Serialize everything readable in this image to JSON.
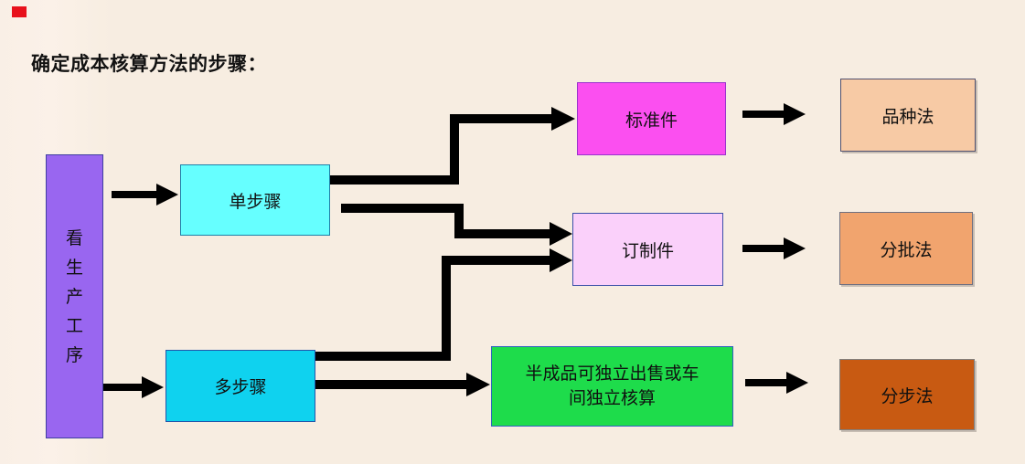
{
  "title": "确定成本核算方法的步骤：",
  "flowchart": {
    "root": {
      "label": "看生产工序",
      "chars": [
        "看",
        "生",
        "产",
        "工",
        "序"
      ],
      "fill": "#9966f0",
      "border": "#4040a0"
    },
    "level1": [
      {
        "id": "single-step",
        "label": "单步骤",
        "fill": "#66ffff",
        "border": "#1f7fa8"
      },
      {
        "id": "multi-step",
        "label": "多步骤",
        "fill": "#0fd2ef",
        "border": "#2255aa"
      }
    ],
    "level2": [
      {
        "id": "standard-parts",
        "label": "标准件",
        "fill": "#fb4ff0",
        "border": "#9933cc"
      },
      {
        "id": "custom-parts",
        "label": "订制件",
        "fill": "#fad0fa",
        "border": "#3a4fa8"
      },
      {
        "id": "semi-finished",
        "label": "半成品可独立出售或车间独立核算",
        "lines": [
          "半成品可独立出售或车",
          "间独立核算"
        ],
        "fill": "#1edc4b",
        "border": "#3060c0"
      }
    ],
    "level3": [
      {
        "id": "variety-method",
        "label": "品种法",
        "fill": "#f7caa5",
        "border": "#50506e"
      },
      {
        "id": "batch-method",
        "label": "分批法",
        "fill": "#f1a46e",
        "border": "#707080"
      },
      {
        "id": "step-method",
        "label": "分步法",
        "fill": "#c85a12",
        "border": "#808080"
      }
    ],
    "connections": [
      {
        "from": "看生产工序",
        "to": "单步骤"
      },
      {
        "from": "看生产工序",
        "to": "多步骤"
      },
      {
        "from": "单步骤",
        "to": "标准件"
      },
      {
        "from": "单步骤",
        "to": "订制件"
      },
      {
        "from": "多步骤",
        "to": "订制件"
      },
      {
        "from": "多步骤",
        "to": "半成品可独立出售或车间独立核算"
      },
      {
        "from": "标准件",
        "to": "品种法"
      },
      {
        "from": "订制件",
        "to": "分批法"
      },
      {
        "from": "半成品可独立出售或车间独立核算",
        "to": "分步法"
      }
    ]
  },
  "colors": {
    "background": "#f7ede1",
    "arrow": "#000000",
    "title_text": "#121212",
    "box_text": "#101010",
    "corner_marker": "#e8111c"
  }
}
